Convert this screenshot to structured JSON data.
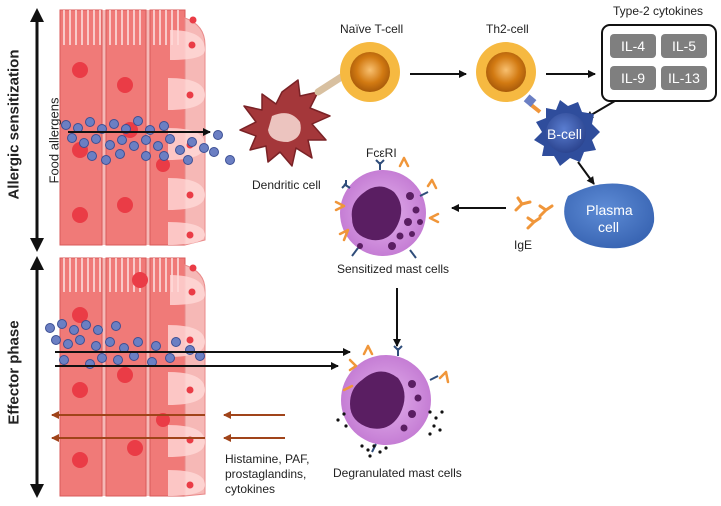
{
  "phases": {
    "sensitization": "Allergic sensitization",
    "effector": "Effector phase"
  },
  "labels": {
    "food_allergens": "Food allergens",
    "naive_tcell": "Naïve T-cell",
    "th2_cell": "Th2-cell",
    "type2_cytokines": "Type-2 cytokines",
    "dendritic_cell": "Dendritic cell",
    "b_cell": "B-cell",
    "plasma_cell_line1": "Plasma",
    "plasma_cell_line2": "cell",
    "fceri": "FcεRI",
    "ige": "IgE",
    "sensitized_mast_cells": "Sensitized mast cells",
    "degranulated_mast_cells": "Degranulated mast cells",
    "mediators_line1": "Histamine, PAF,",
    "mediators_line2": "prostaglandins,",
    "mediators_line3": "cytokines"
  },
  "cytokines": [
    "IL-4",
    "IL-5",
    "IL-9",
    "IL-13"
  ],
  "colors": {
    "epithelium": "#f07a78",
    "epithelium_light": "#f6b8b6",
    "nucleus": "#ea3c46",
    "allergen": "#6b7fc3",
    "tcell_outer": "#f6b941",
    "tcell_core": "#d27a12",
    "dendritic": "#a4373a",
    "bcell": "#3a5aa8",
    "plasma": "#4a78c3",
    "mast_cell": "#cf8fdc",
    "mast_nucleus": "#5a1e62",
    "ige": "#f0963a",
    "mediator_arrow": "#a0441a"
  }
}
